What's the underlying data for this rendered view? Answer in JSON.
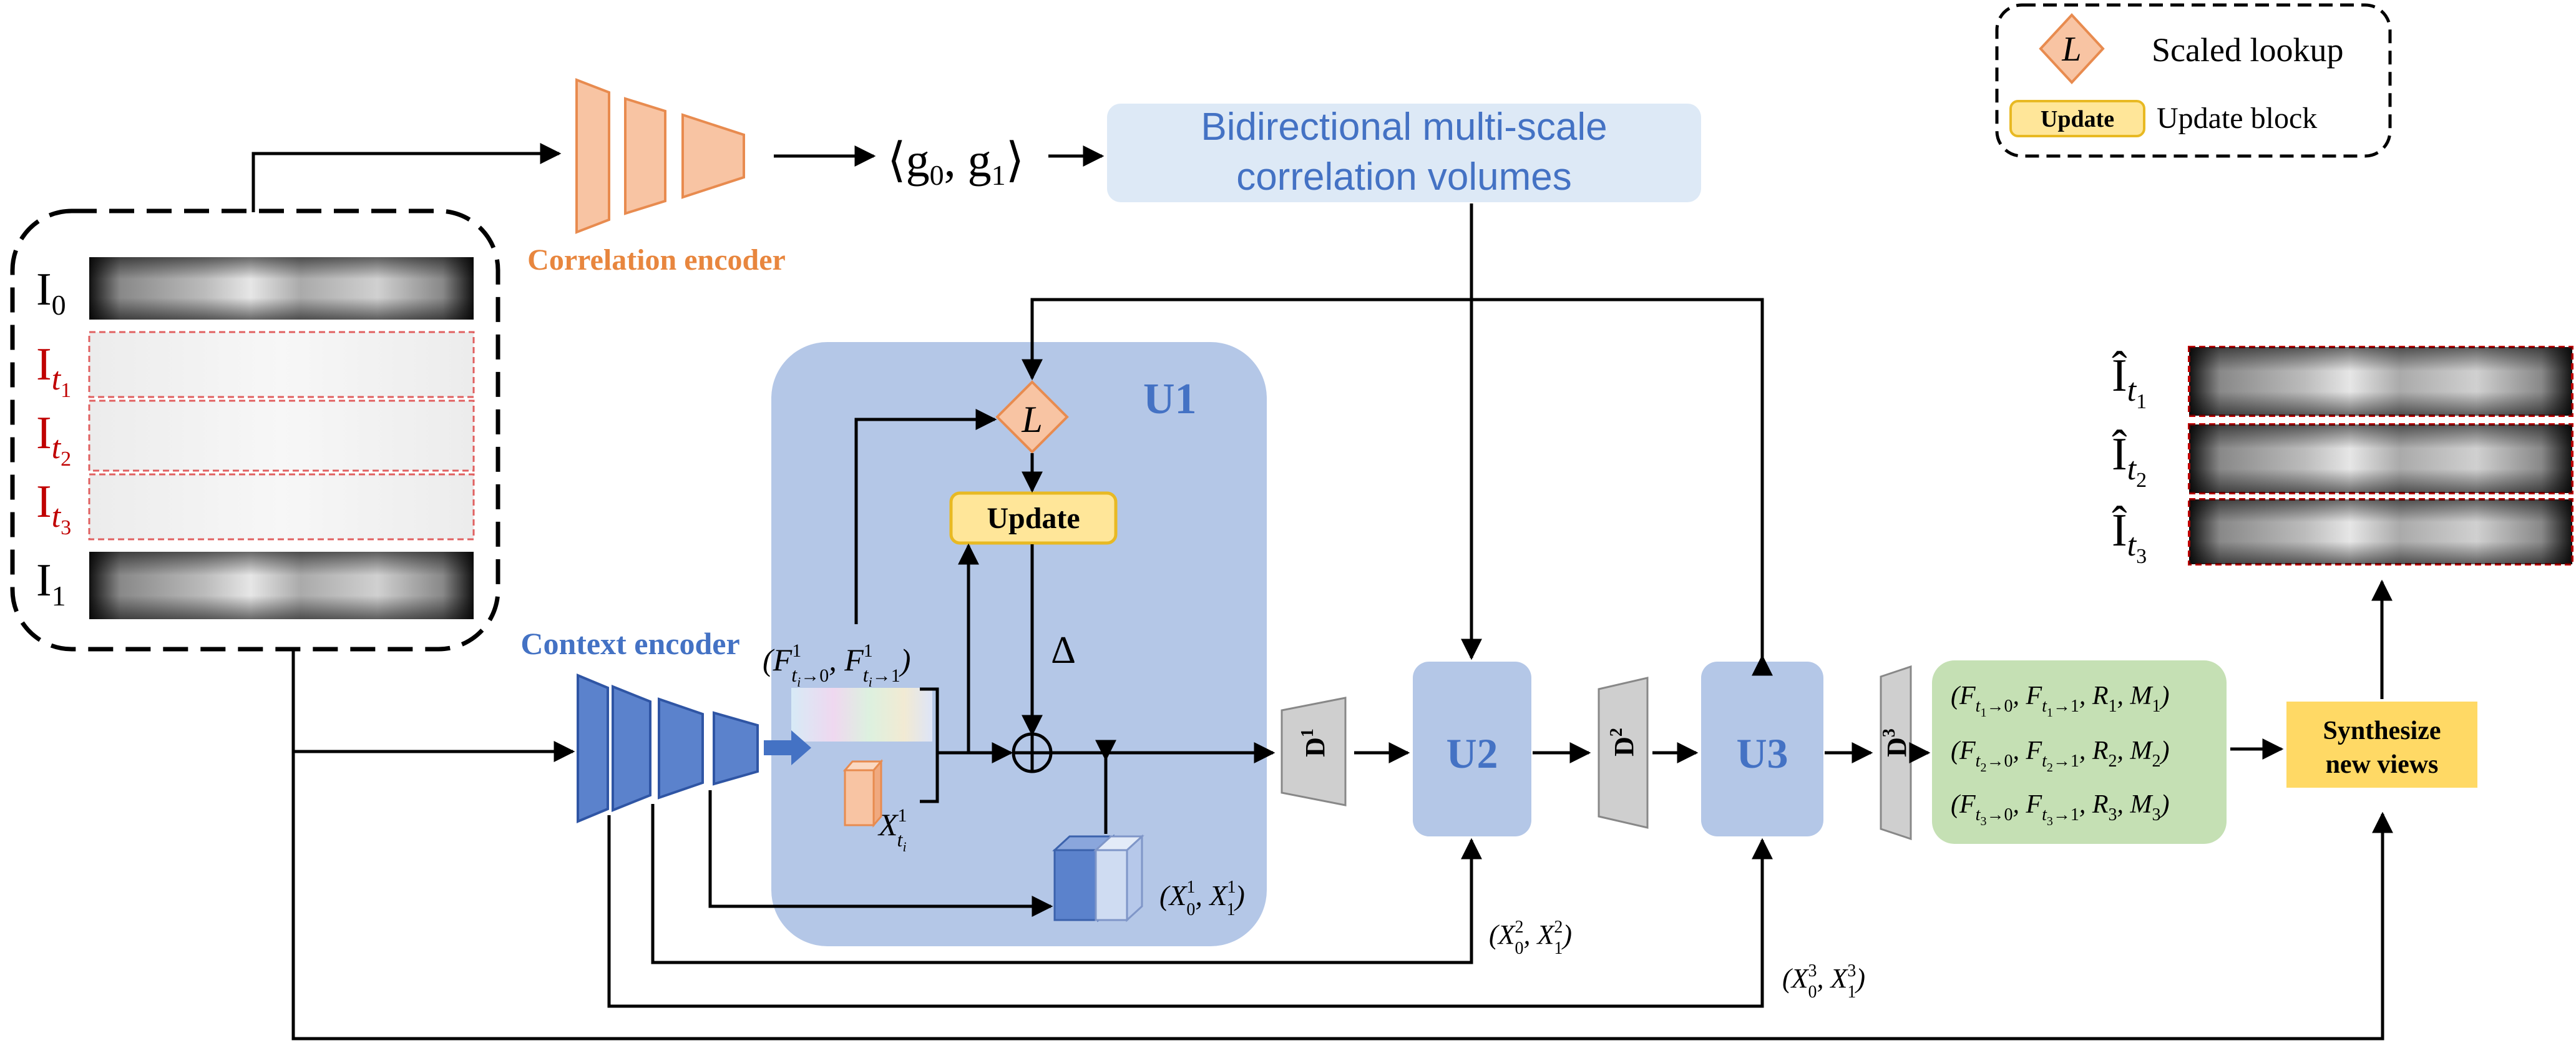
{
  "legend": {
    "lookup_symbol": "L",
    "lookup_label": "Scaled lookup",
    "update_badge": "Update",
    "update_label": "Update block"
  },
  "encoders": {
    "correlation": "Correlation encoder",
    "context": "Context encoder"
  },
  "correlation": {
    "g0": "g",
    "g0_sub": "0",
    "g1": "g",
    "g1_sub": "1",
    "volumes_line1": "Bidirectional multi-scale",
    "volumes_line2": "correlation volumes"
  },
  "inputs": {
    "i0": "I",
    "i0_sub": "0",
    "it": "I",
    "it1_sub": "t",
    "it1_subsub": "1",
    "it2_sub": "t",
    "it2_subsub": "2",
    "it3_sub": "t",
    "it3_subsub": "3",
    "i1": "I",
    "i1_sub": "1"
  },
  "u1": {
    "title": "U1",
    "lookup": "L",
    "update": "Update",
    "delta": "Δ",
    "flow_f": "F",
    "flow_sup": "1",
    "flow_sub1": "t",
    "flow_sub1b": "i",
    "flow_arrow1": "→0",
    "flow_sub2": "t",
    "flow_sub2b": "i",
    "flow_arrow2": "→1",
    "feat_x": "X",
    "feat_sup": "1",
    "feat_sub": "t",
    "feat_subb": "i",
    "ctx_label": "(X",
    "ctx_sub0": "0",
    "ctx_sup": "1",
    "ctx_mid": ", X",
    "ctx_sub1": "1",
    "ctx_end": ")"
  },
  "stages": {
    "d1": "D",
    "d1_sup": "1",
    "u2": "U2",
    "d2": "D",
    "d2_sup": "2",
    "u3": "U3",
    "d3": "D",
    "d3_sup": "3",
    "x2_label": "(X",
    "x2_sup": "2",
    "x3_sup": "3",
    "x_sub0": "0",
    "x_sub1": "1",
    "x_mid": ", X",
    "x_end": ")"
  },
  "outputs": {
    "row1": "(F",
    "r1": "R",
    "m1": "M",
    "synth_line1": "Synthesize",
    "synth_line2": "new views",
    "ihat": "Î",
    "t": "t",
    "s1": "1",
    "s2": "2",
    "s3": "3"
  },
  "colors": {
    "orange_fill": "#f8c4a3",
    "orange_stroke": "#e88b4f",
    "orange_text": "#e8863e",
    "blue_text": "#4472c4",
    "blue_panel": "#b4c7e7",
    "light_blue_panel": "#dde9f6",
    "blue_dark": "#5b82cc",
    "yellow": "#ffd965",
    "yellow_light": "#ffe699",
    "green": "#c5e0b4",
    "gray": "#cfcfcf",
    "red": "#c00000"
  }
}
